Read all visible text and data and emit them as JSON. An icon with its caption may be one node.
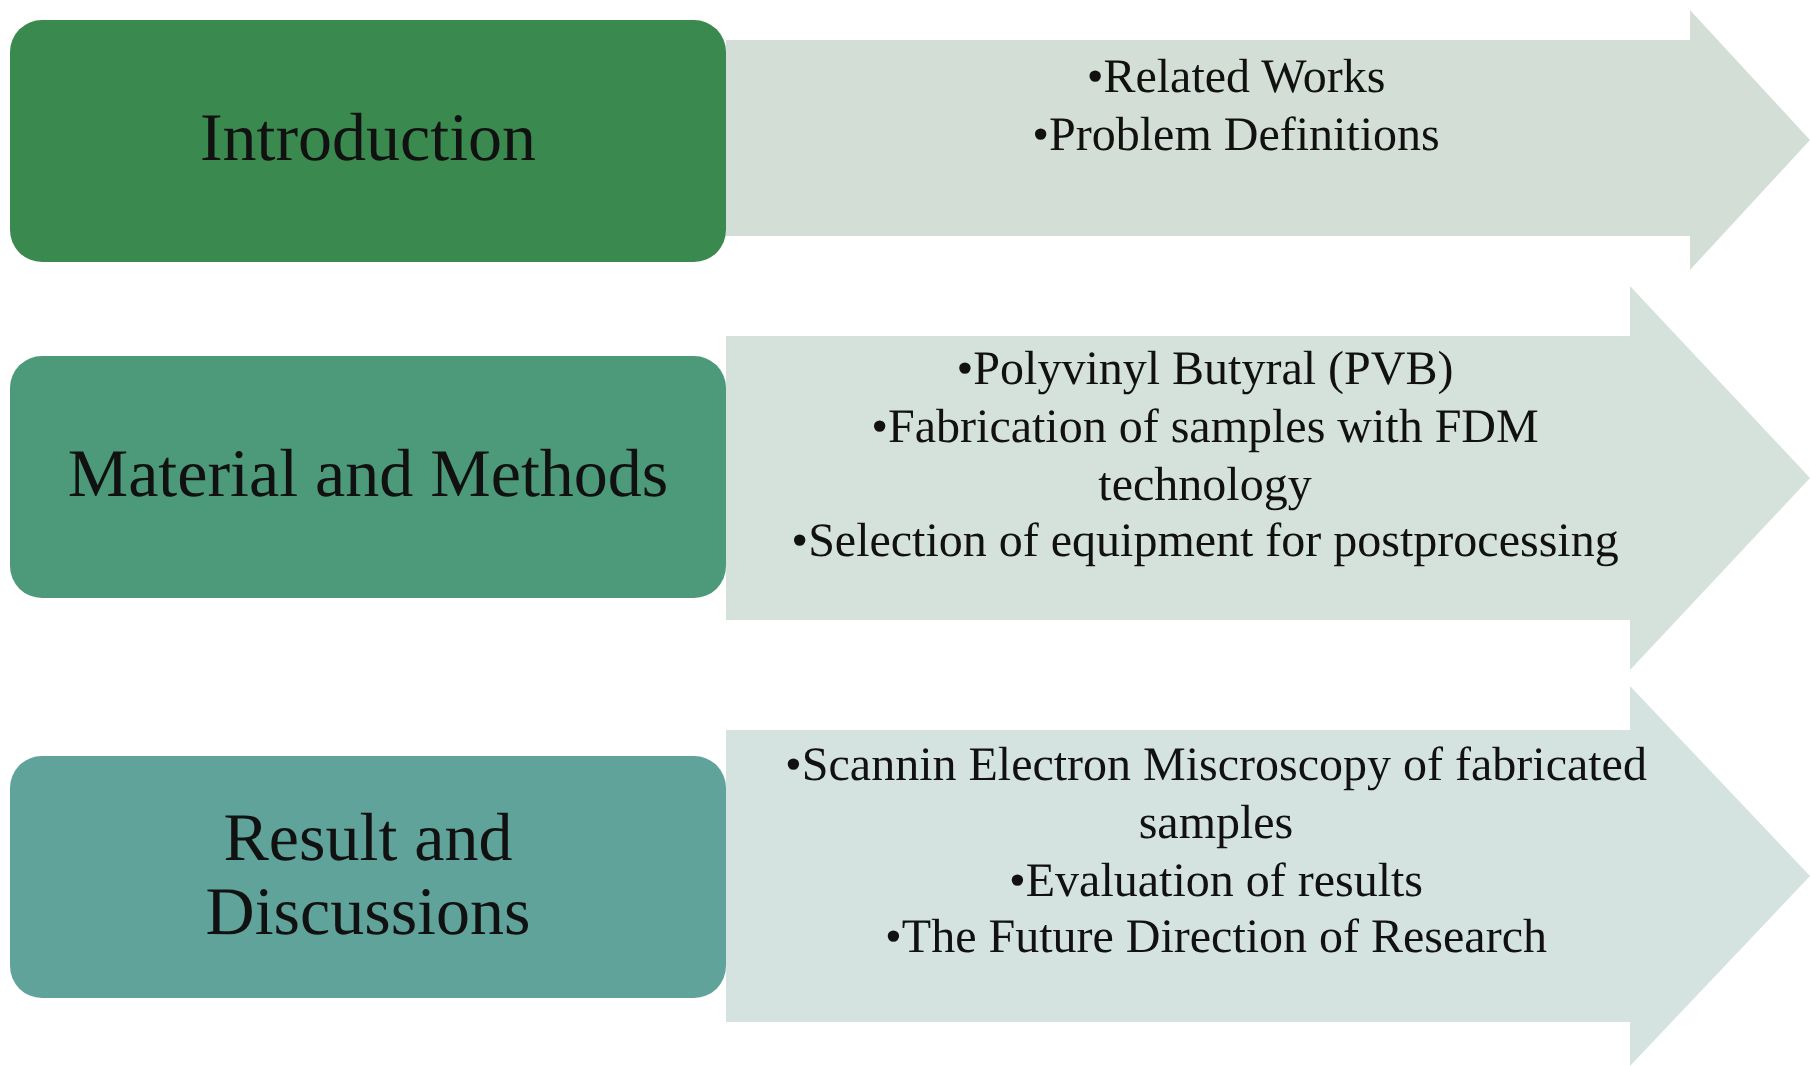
{
  "diagram": {
    "nodes": [
      {
        "text": [
          "Introduction"
        ]
      },
      {
        "text": [
          "•Related Works",
          "•Problem Definitions"
        ]
      },
      {
        "text": [
          "Material and Methods"
        ]
      },
      {
        "text": [
          "•Polyvinyl Butyral (PVB)",
          "•Fabrication of samples with FDM technology",
          "•Selection of equipment for postprocessing"
        ]
      },
      {
        "text": [
          "Result and Discussions"
        ]
      },
      {
        "text": [
          "•Scannin Electron Miscroscopy of fabricated samples",
          "•Evaluation of results",
          "•The Future Direction of Research"
        ]
      }
    ]
  }
}
